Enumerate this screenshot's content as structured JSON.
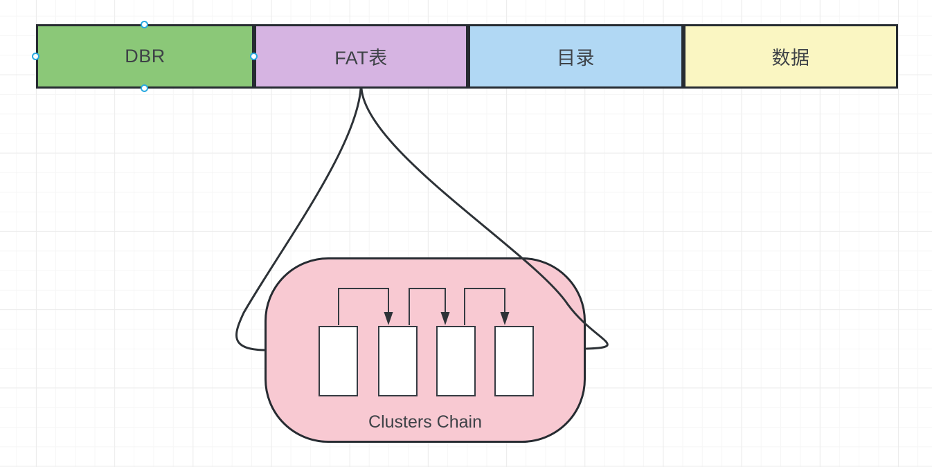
{
  "canvas": {
    "background": "#ffffff",
    "grid_minor_color": "#f6f6f6",
    "grid_major_color": "#ececec"
  },
  "partition_bar": {
    "segments": [
      {
        "label": "DBR",
        "fill": "#8bc878"
      },
      {
        "label": "FAT表",
        "fill": "#d6b4e2"
      },
      {
        "label": "目录",
        "fill": "#b1d8f4"
      },
      {
        "label": "数据",
        "fill": "#faf6c2"
      }
    ],
    "stroke": "#262b31"
  },
  "clusters_chain": {
    "label": "Clusters Chain",
    "fill": "#f8c9d2",
    "stroke": "#262b31",
    "cluster_count": 4,
    "connector_count": 3,
    "source_segment": "FAT表"
  },
  "selection": {
    "selected_shape": "DBR",
    "handle_fill": "#ffffff",
    "handle_stroke": "#29a9e0"
  }
}
